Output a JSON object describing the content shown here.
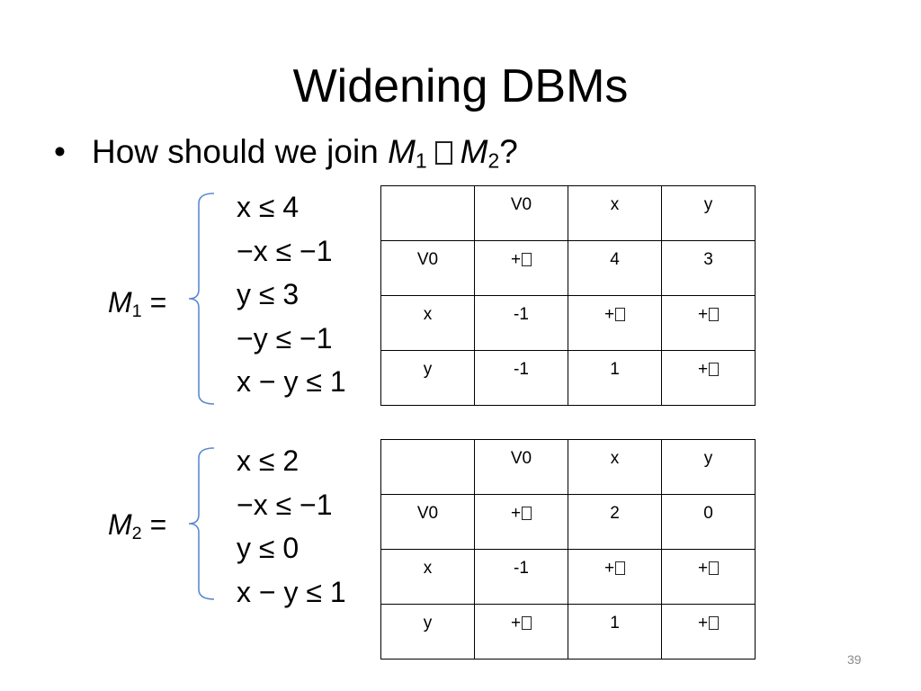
{
  "slide": {
    "title": "Widening DBMs",
    "bullet": {
      "marker": "•",
      "text": "How should we join ",
      "lhs_var": "M",
      "lhs_sub": "1",
      "rhs_var": "M",
      "rhs_sub": "2",
      "end": "?"
    },
    "m1": {
      "label_var": "M",
      "label_sub": "1",
      "label_eq": "=",
      "constraints": [
        "x ≤ 4",
        "−x ≤ −1",
        "y ≤ 3",
        "−y ≤ −1",
        "x − y ≤ 1"
      ],
      "table": {
        "header": [
          "",
          "V0",
          "x",
          "y"
        ],
        "rows": [
          [
            "V0",
            "+",
            "4",
            "3"
          ],
          [
            "x",
            "-1",
            "+",
            "+"
          ],
          [
            "y",
            "-1",
            "1",
            "+"
          ]
        ]
      }
    },
    "m2": {
      "label_var": "M",
      "label_sub": "2",
      "label_eq": "=",
      "constraints": [
        "x ≤ 2",
        "−x ≤ −1",
        "y ≤ 0",
        "x − y ≤ 1"
      ],
      "table": {
        "header": [
          "",
          "V0",
          "x",
          "y"
        ],
        "rows": [
          [
            "V0",
            "+",
            "2",
            "0"
          ],
          [
            "x",
            "-1",
            "+",
            "+"
          ],
          [
            "y",
            "+",
            "1",
            "+"
          ]
        ]
      }
    },
    "page_number": "39",
    "colors": {
      "brace": "#5b8ad0",
      "page_number": "#8a8a8a"
    }
  }
}
